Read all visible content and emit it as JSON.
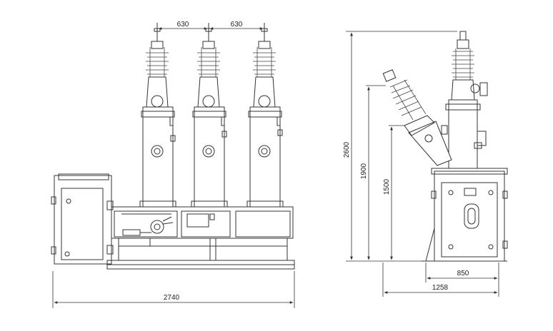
{
  "front_view": {
    "pole_spacing_left": "630",
    "pole_spacing_right": "630",
    "overall_width": "2740"
  },
  "side_view": {
    "total_height": "2600",
    "bushing_height": "1900",
    "lower_bushing_height": "1500",
    "base_depth": "850",
    "overall_depth": "1258"
  }
}
